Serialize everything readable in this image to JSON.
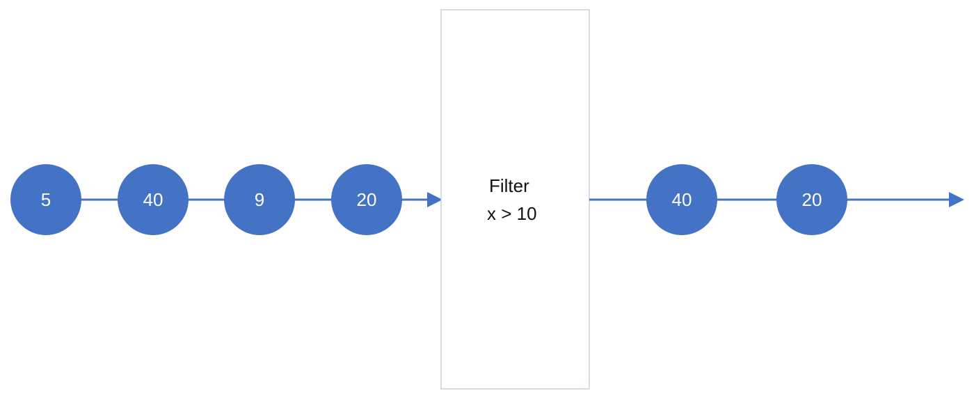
{
  "colors": {
    "node_fill": "#4472C4",
    "line": "#4472C4",
    "filter_border": "#C9D0DA",
    "filter_fill": "#FFFFFF",
    "text_dark": "#111111",
    "text_light": "#FFFFFF"
  },
  "input_stream": {
    "values": [
      "5",
      "40",
      "9",
      "20"
    ]
  },
  "filter": {
    "title": "Filter",
    "condition": "x > 10"
  },
  "output_stream": {
    "values": [
      "40",
      "20"
    ]
  }
}
